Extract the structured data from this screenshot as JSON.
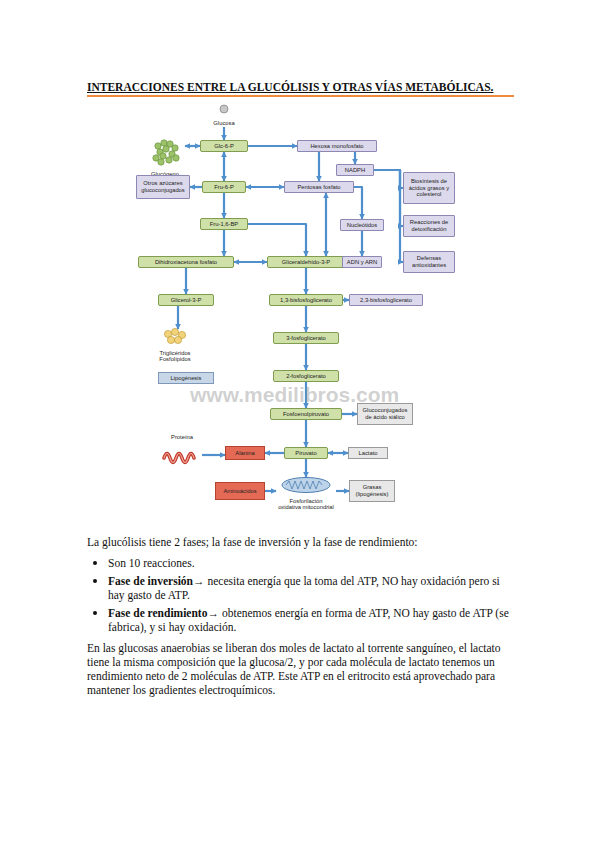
{
  "diagram": {
    "title": "INTERACCIONES ENTRE LA GLUCÓLISIS Y OTRAS VÍAS METABÓLICAS.",
    "nodes": [
      {
        "text": [
          "Glucosa"
        ]
      },
      {
        "text": [
          "Glucógeno"
        ]
      },
      {
        "text": [
          "Glc-6-P"
        ]
      },
      {
        "text": [
          "Hexosa monofosfato"
        ]
      },
      {
        "text": [
          "NADPH"
        ]
      },
      {
        "text": [
          "Otros azúcares glucoconjugados"
        ]
      },
      {
        "text": [
          "Fru-6-P"
        ]
      },
      {
        "text": [
          "Pentosas fosfato"
        ]
      },
      {
        "text": [
          "Biosíntesis de ácidos grasos y colesterol"
        ]
      },
      {
        "text": [
          "Fru-1,6-BP"
        ]
      },
      {
        "text": [
          "Nucleótidos"
        ]
      },
      {
        "text": [
          "Reacciones de detoxificación"
        ]
      },
      {
        "text": [
          "Dihidroxiacetona fosfato"
        ]
      },
      {
        "text": [
          "Gliceraldehído-3-P"
        ]
      },
      {
        "text": [
          "ADN y ARN"
        ]
      },
      {
        "text": [
          "Defensas antioxidantes"
        ]
      },
      {
        "text": [
          "Glicerol-3-P"
        ]
      },
      {
        "text": [
          "1,3-bisfosfoglicerato"
        ]
      },
      {
        "text": [
          "2,3-bisfosfoglicerato"
        ]
      },
      {
        "text": [
          "Triglicéridos Fosfolípidos"
        ]
      },
      {
        "text": [
          "Lipogénesis"
        ]
      },
      {
        "text": [
          "3-fosfoglicerato"
        ]
      },
      {
        "text": [
          "2-fosfoglicerato"
        ]
      },
      {
        "text": [
          "Fosfoenolpiruvato"
        ]
      },
      {
        "text": [
          "Glucoconjugados de ácido siálico"
        ]
      },
      {
        "text": [
          "Proteína"
        ]
      },
      {
        "text": [
          "Alanina"
        ]
      },
      {
        "text": [
          "Piruvato"
        ]
      },
      {
        "text": [
          "Lactato"
        ]
      },
      {
        "text": [
          "Aminoácidos"
        ]
      },
      {
        "text": [
          "Fosforilación oxidativa mitocondrial"
        ]
      },
      {
        "text": [
          "Grasas (lipogénesis)"
        ]
      }
    ],
    "edges": [
      {
        "from": 0,
        "to": 2,
        "arrow": "to"
      },
      {
        "from": 1,
        "to": 2,
        "arrow": "both"
      },
      {
        "from": 2,
        "to": 3,
        "arrow": "to"
      },
      {
        "from": 2,
        "to": 6,
        "arrow": "both"
      },
      {
        "from": 3,
        "to": 4,
        "arrow": "to"
      },
      {
        "from": 3,
        "to": 7,
        "arrow": "to"
      },
      {
        "from": 6,
        "to": 5,
        "arrow": "to"
      },
      {
        "from": 7,
        "to": 6,
        "arrow": "both"
      },
      {
        "from": 4,
        "to": 8,
        "arrow": "to"
      },
      {
        "from": 4,
        "to": 11,
        "arrow": "to"
      },
      {
        "from": 4,
        "to": 15,
        "arrow": "to"
      },
      {
        "from": 7,
        "to": 10,
        "arrow": "to"
      },
      {
        "from": 7,
        "to": 13,
        "arrow": "both"
      },
      {
        "from": 10,
        "to": 14,
        "arrow": "to"
      },
      {
        "from": 6,
        "to": 9,
        "arrow": "to"
      },
      {
        "from": 9,
        "to": 12,
        "arrow": "to"
      },
      {
        "from": 9,
        "to": 13,
        "arrow": "to"
      },
      {
        "from": 12,
        "to": 13,
        "arrow": "both"
      },
      {
        "from": 12,
        "to": 16,
        "arrow": "to"
      },
      {
        "from": 16,
        "to": 19,
        "arrow": "to"
      },
      {
        "from": 13,
        "to": 17,
        "arrow": "to"
      },
      {
        "from": 17,
        "to": 18,
        "arrow": "to"
      },
      {
        "from": 17,
        "to": 21,
        "arrow": "to"
      },
      {
        "from": 21,
        "to": 22,
        "arrow": "to"
      },
      {
        "from": 22,
        "to": 23,
        "arrow": "to"
      },
      {
        "from": 23,
        "to": 24,
        "arrow": "to"
      },
      {
        "from": 23,
        "to": 27,
        "arrow": "to"
      },
      {
        "from": 27,
        "to": 28,
        "arrow": "both"
      },
      {
        "from": 27,
        "to": 26,
        "arrow": "to"
      },
      {
        "from": 25,
        "to": 26,
        "arrow": "to"
      },
      {
        "from": 27,
        "to": 30,
        "arrow": "to"
      },
      {
        "from": 29,
        "to": 30,
        "arrow": "to"
      },
      {
        "from": 30,
        "to": 31,
        "arrow": "to"
      }
    ],
    "labels": [
      "www.medilibros.com",
      "La glucólisis tiene 2 fases; la fase de inversión y la fase de rendimiento:",
      "Son 10 reacciones.",
      "Fase de inversión→",
      "necesita energía que la toma del ATP, NO hay oxidación pero si hay gasto de ATP.",
      "Fase de rendimiento→",
      "obtenemos energía en forma de ATP, NO hay gasto de ATP (se fabrica), y si hay oxidación.",
      "En las glucosas anaerobias se liberan dos moles de lactato al torrente sanguíneo, el lactato tiene la misma composición que la glucosa/2, y por cada molécula de lactato tenemos un rendimiento neto de 2 moléculas de ATP. Este ATP en el eritrocito está aprovechado para mantener los gradientes electroquímicos."
    ]
  }
}
